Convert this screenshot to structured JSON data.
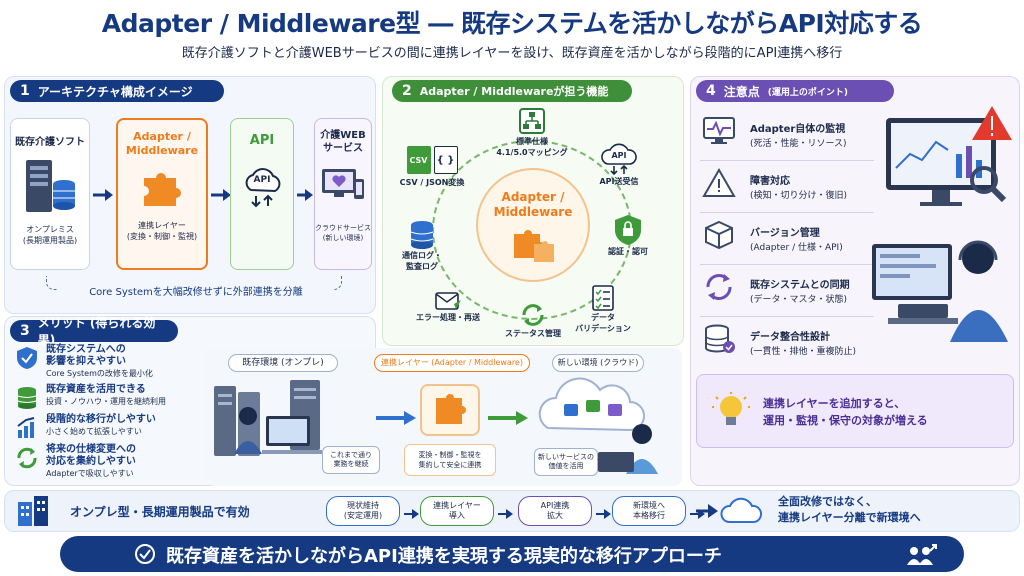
{
  "header": {
    "title": "Adapter / Middleware型 ― 既存システムを活かしながらAPI対応する",
    "subtitle": "既存介護ソフトと介護WEBサービスの間に連携レイヤーを設け、既存資産を活かしながら段階的にAPI連携へ移行"
  },
  "section1": {
    "number": "1",
    "title": "アーキテクチャ構成イメージ",
    "legacy": {
      "title": "既存介護ソフト",
      "caption": "オンプレミス\n(長期運用製品)"
    },
    "adapter": {
      "title": "Adapter /\nMiddleware",
      "caption": "連携レイヤー\n(変換・制御・監視)"
    },
    "api": {
      "title": "API",
      "icon_label": "API"
    },
    "web": {
      "title": "介護WEB\nサービス",
      "caption": "クラウドサービス\n(新しい環境)"
    },
    "note": "Core Systemを大幅改修せずに外部連携を分離"
  },
  "section2": {
    "number": "2",
    "title": "Adapter / Middlewareが担う機能",
    "center": "Adapter /\nMiddleware",
    "functions": {
      "mapping": "標準仕様\n4.1/5.0マッピング",
      "api": "API送受信",
      "auth": "認証・認可",
      "validation": "データ\nバリデーション",
      "status": "ステータス管理",
      "error": "エラー処理・再送",
      "log": "通信ログ・\n監査ログ",
      "csv": "CSV / JSON変換"
    },
    "csv_icon": "CSV",
    "json_icon": "{ }",
    "api_icon": "API"
  },
  "section3": {
    "number": "3",
    "title": "メリット (得られる効果)",
    "merits": [
      {
        "title": "既存システムへの\n影響を抑えやすい",
        "desc": "Core Systemの改修を最小化"
      },
      {
        "title": "既存資産を活用できる",
        "desc": "投資・ノウハウ・運用を継続利用"
      },
      {
        "title": "段階的な移行がしやすい",
        "desc": "小さく始めて拡張しやすい"
      },
      {
        "title": "将来の仕様変更への\n対応を集約しやすい",
        "desc": "Adapterで吸収しやすい"
      }
    ],
    "scene": {
      "onprem_label": "既存環境 (オンプレ)",
      "layer_label": "連携レイヤー (Adapter / Middleware)",
      "cloud_label": "新しい環境 (クラウド)",
      "bubble1": "これまで通り\n業務を継続",
      "bubble2": "変換・制御・監視を\n集約して安全に連携",
      "bubble3": "新しいサービスの\n価値を活用"
    }
  },
  "section4": {
    "number": "4",
    "title": "注意点",
    "title_sub": "(運用上のポイント)",
    "items": [
      {
        "title": "Adapter自体の監視",
        "desc": "(死活・性能・リソース)"
      },
      {
        "title": "障害対応",
        "desc": "(検知・切り分け・復旧)"
      },
      {
        "title": "バージョン管理",
        "desc": "(Adapter / 仕様・API)"
      },
      {
        "title": "既存システムとの同期",
        "desc": "(データ・マスタ・状態)"
      },
      {
        "title": "データ整合性設計",
        "desc": "(一貫性・排他・重複防止)"
      }
    ],
    "note": "連携レイヤーを追加すると、\n運用・監視・保守の対象が増える"
  },
  "roadmap": {
    "label": "オンプレ型・長期運用製品で有効",
    "steps": [
      "現状維持\n(安定運用)",
      "連携レイヤー\n導入",
      "API連携\n拡大",
      "新環境へ\n本格移行"
    ],
    "goal": "全面改修ではなく、\n連携レイヤー分離で新環境へ"
  },
  "footer": {
    "text": "既存資産を活かしながらAPI連携を実現する現実的な移行アプローチ"
  },
  "colors": {
    "navy": "#163a82",
    "orange": "#ee7b1c",
    "green": "#3f9b3a",
    "purple": "#6b4fb3",
    "blue": "#2f6fce"
  }
}
